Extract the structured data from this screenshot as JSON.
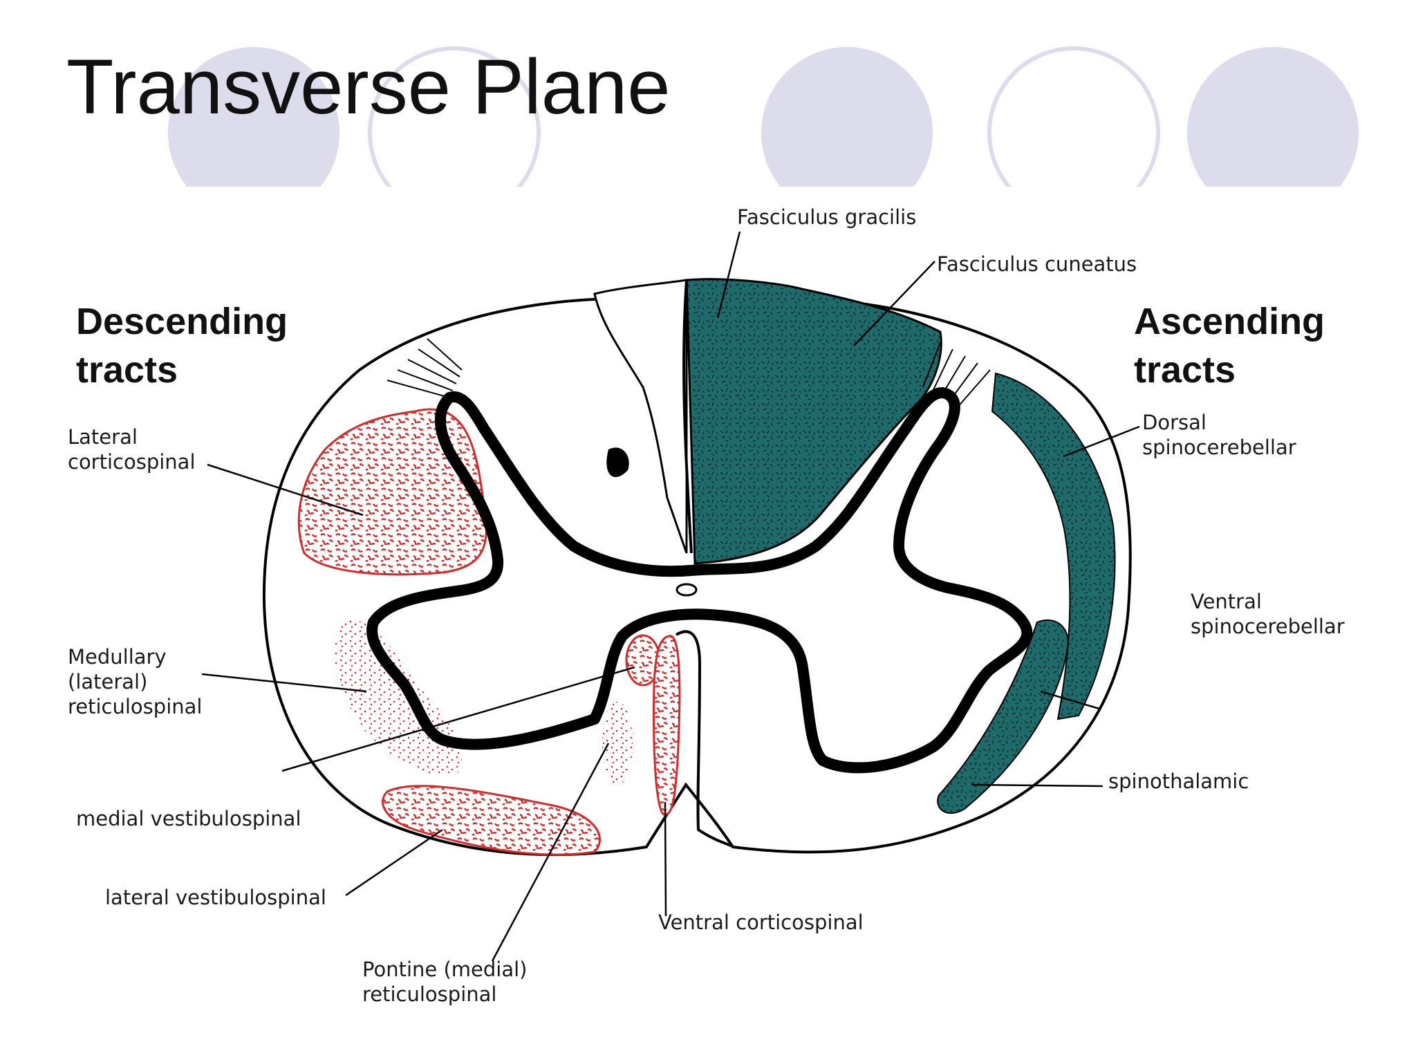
{
  "title": "Transverse Plane",
  "headings": {
    "descending": [
      "Descending",
      "tracts"
    ],
    "ascending": [
      "Ascending",
      "tracts"
    ]
  },
  "labels": {
    "fasciculus_gracilis": [
      "Fasciculus gracilis"
    ],
    "fasciculus_cuneatus": [
      "Fasciculus cuneatus"
    ],
    "dorsal_spinocerebellar": [
      "Dorsal",
      "spinocerebellar"
    ],
    "ventral_spinocerebellar": [
      "Ventral",
      "spinocerebellar"
    ],
    "spinothalamic": [
      "spinothalamic"
    ],
    "lateral_corticospinal": [
      "Lateral",
      "corticospinal"
    ],
    "medullary_reticulospinal": [
      "Medullary",
      "(lateral)",
      "reticulospinal"
    ],
    "medial_vestibulospinal": [
      "medial vestibulospinal"
    ],
    "lateral_vestibulospinal": [
      "lateral vestibulospinal"
    ],
    "pontine_reticulospinal": [
      "Pontine (medial)",
      "reticulospinal"
    ],
    "ventral_corticospinal": [
      "Ventral corticospinal"
    ]
  },
  "colors": {
    "descending_tract": "#d42a2a",
    "ascending_tract": "#1f6b6b",
    "decor_circle": "#dcdcec",
    "gray_matter_outline": "#000000"
  }
}
